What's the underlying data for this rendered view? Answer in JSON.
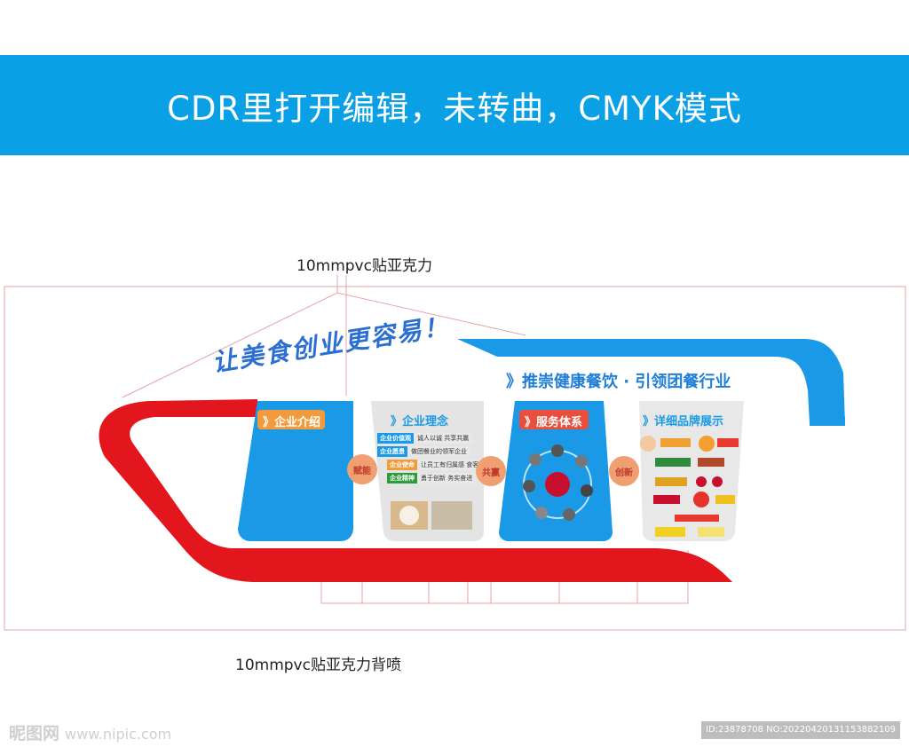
{
  "banner": {
    "title": "CDR里打开编辑，未转曲，CMYK模式",
    "color": "#0aa0e6"
  },
  "labels": {
    "top": "10mmpvc贴亚克力",
    "bottom": "10mmpvc贴亚克力背喷"
  },
  "wall": {
    "slogan": "让美食创业更容易！",
    "headline": "》推崇健康餐饮 · 引领团餐行业",
    "colors": {
      "red": "#e3161e",
      "blue": "#1a9ae6"
    },
    "panels": [
      {
        "title": "》企业介绍"
      },
      {
        "title": "》企业理念",
        "rows": [
          {
            "k": "企业价值观",
            "v": "诚人以诚 共享共赢"
          },
          {
            "k": "企业愿景",
            "v": "做团餐业的领军企业"
          },
          {
            "k": "企业使命",
            "v": "让员工有归属感 食客满意"
          },
          {
            "k": "企业精神",
            "v": "勇于创新 务实奋进"
          }
        ]
      },
      {
        "title": "》服务体系"
      },
      {
        "title": "》详细品牌展示"
      }
    ],
    "badges": [
      "赋能",
      "共赢",
      "创新"
    ]
  },
  "watermark": {
    "left": "昵图网",
    "left_url": "www.nipic.com",
    "right": "ID:23878708 NO:20220420131153882109"
  }
}
